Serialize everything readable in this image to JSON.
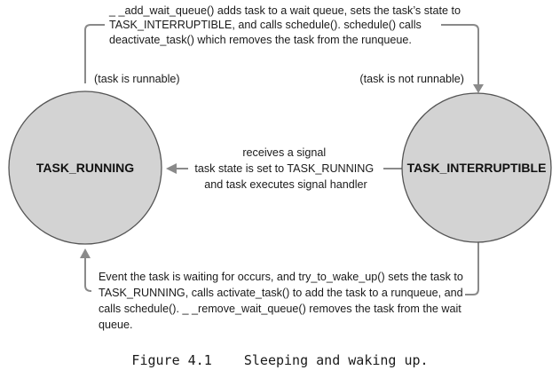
{
  "nodes": {
    "running": "TASK_RUNNING",
    "interruptible": "TASK_INTERRUPTIBLE"
  },
  "edges": {
    "sleep": {
      "lines": [
        "_ _add_wait_queue() adds task to a wait queue, sets the task’s state to",
        "TASK_INTERRUPTIBLE,  and calls schedule(). schedule() calls",
        "deactivate_task() which removes the task from the runqueue."
      ]
    },
    "signal": {
      "lines": [
        "receives a signal",
        "task state is set to TASK_RUNNING",
        "and task executes signal handler"
      ]
    },
    "wake": {
      "lines": [
        "Event the task is waiting for occurs, and try_to_wake_up() sets the task to",
        "TASK_RUNNING, calls activate_task() to add the task to a runqueue, and",
        "calls schedule().  _ _remove_wait_queue() removes the task from the wait",
        "queue."
      ]
    }
  },
  "annotations": {
    "left": "(task is runnable)",
    "right": "(task is not runnable)"
  },
  "caption": {
    "number": "Figure 4.1",
    "title": "Sleeping and waking up."
  }
}
